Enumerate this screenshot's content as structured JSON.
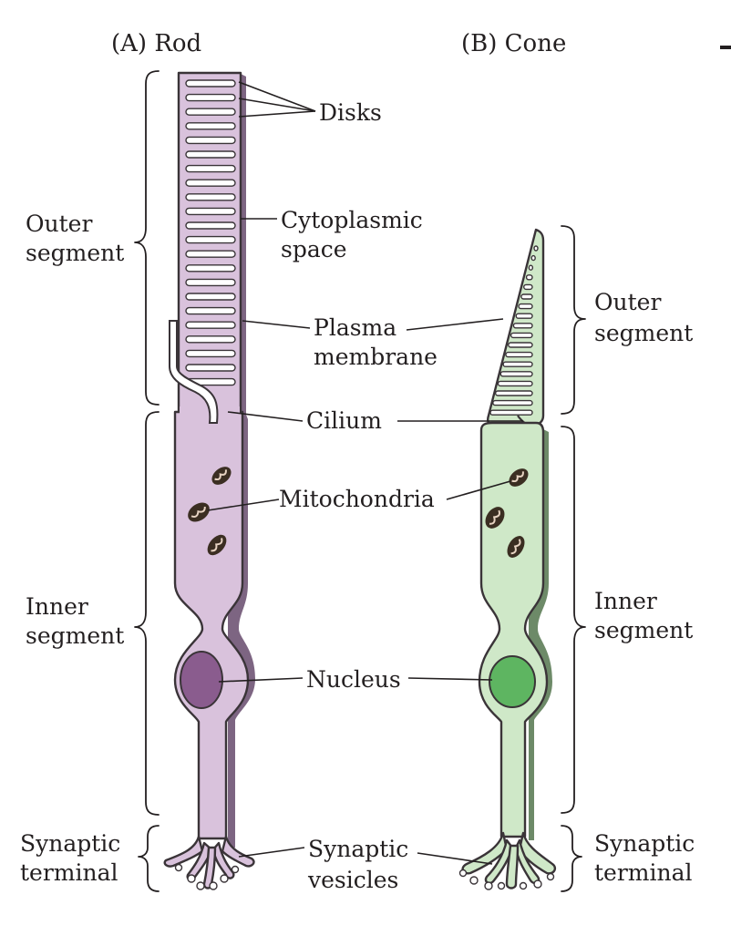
{
  "panels": {
    "rod_title": "(A) Rod",
    "cone_title": "(B) Cone"
  },
  "labels": {
    "disks": "Disks",
    "cytoplasmic_1": "Cytoplasmic",
    "cytoplasmic_2": "space",
    "plasma_1": "Plasma",
    "plasma_2": "membrane",
    "cilium": "Cilium",
    "mitochondria": "Mitochondria",
    "nucleus": "Nucleus",
    "synaptic_1": "Synaptic",
    "synaptic_2": "vesicles"
  },
  "rod_regions": {
    "outer_1": "Outer",
    "outer_2": "segment",
    "inner_1": "Inner",
    "inner_2": "segment",
    "terminal_1": "Synaptic",
    "terminal_2": "terminal"
  },
  "cone_regions": {
    "outer_1": "Outer",
    "outer_2": "segment",
    "inner_1": "Inner",
    "inner_2": "segment",
    "terminal_1": "Synaptic",
    "terminal_2": "terminal"
  },
  "colors": {
    "rod_fill": "#d9c2dc",
    "rod_shade": "#7d6582",
    "rod_nucleus": "#8a5c8e",
    "cone_fill": "#cfe8c8",
    "cone_shade": "#6d8a68",
    "cone_nucleus": "#5eb561",
    "mito": "#3b2e22"
  }
}
